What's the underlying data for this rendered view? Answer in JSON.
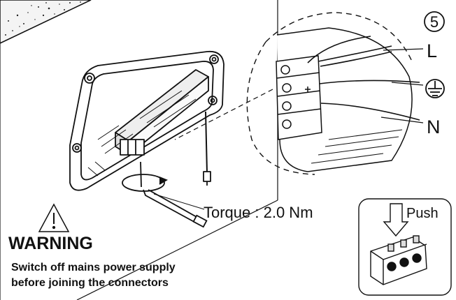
{
  "step_number": "5",
  "wire_labels": {
    "live": "L",
    "neutral": "N"
  },
  "earth_icon": "earth-ground-symbol",
  "torque_label": "Torque : 2.0 Nm",
  "push_label": "Push",
  "warning": {
    "icon": "warning-triangle",
    "title": "WARNING",
    "line1": "Switch off mains power supply",
    "line2": "before joining the connectors"
  },
  "colors": {
    "ink": "#111111",
    "background": "#ffffff"
  }
}
